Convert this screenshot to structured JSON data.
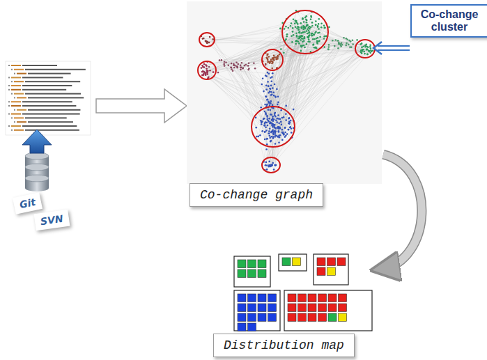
{
  "diagram": {
    "nodes": [
      {
        "text": [
          "Git"
        ]
      },
      {
        "text": [
          "SVN"
        ]
      },
      {
        "text": [
          "Co-change graph"
        ]
      },
      {
        "text": [
          "Co-change cluster"
        ]
      },
      {
        "text": [
          "Distribution map"
        ]
      }
    ],
    "edges": [
      {
        "from": 2,
        "to": 4,
        "arrow": "to"
      }
    ]
  }
}
